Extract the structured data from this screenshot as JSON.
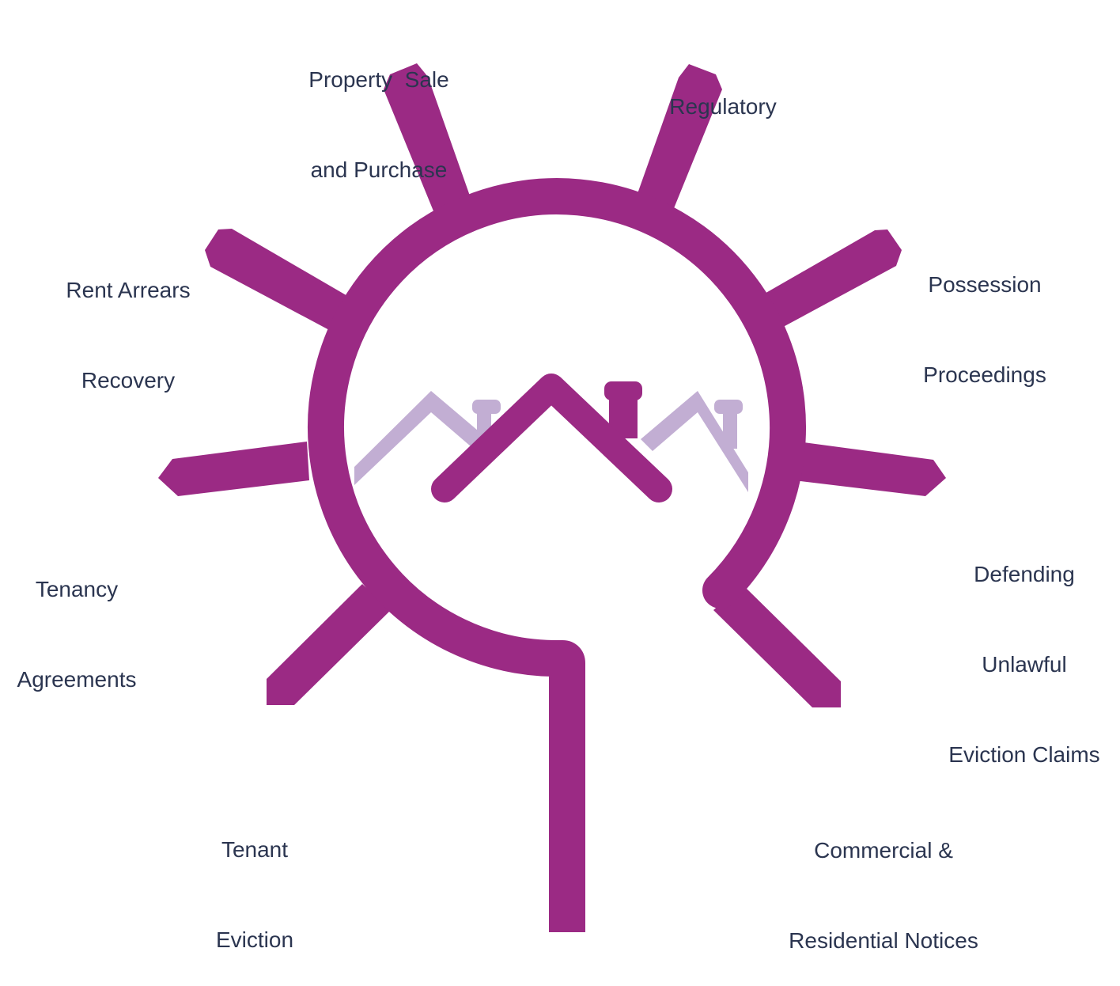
{
  "colors": {
    "primary": "#9b2a84",
    "light": "#c2aed3",
    "text": "#2b3550",
    "background": "#ffffff"
  },
  "labels": {
    "property_sale": [
      "Property  Sale",
      "and Purchase"
    ],
    "regulatory": [
      "Regulatory"
    ],
    "rent_arrears": [
      "Rent Arrears",
      "Recovery"
    ],
    "possession": [
      "Possession",
      "Proceedings"
    ],
    "tenancy_agreements": [
      "Tenancy",
      "Agreements"
    ],
    "defending_unlawful_eviction": [
      "Defending",
      "Unlawful",
      "Eviction Claims"
    ],
    "tenant_eviction": [
      "Tenant",
      "Eviction"
    ],
    "commercial_residential_notices": [
      "Commercial &",
      "Residential Notices"
    ]
  }
}
